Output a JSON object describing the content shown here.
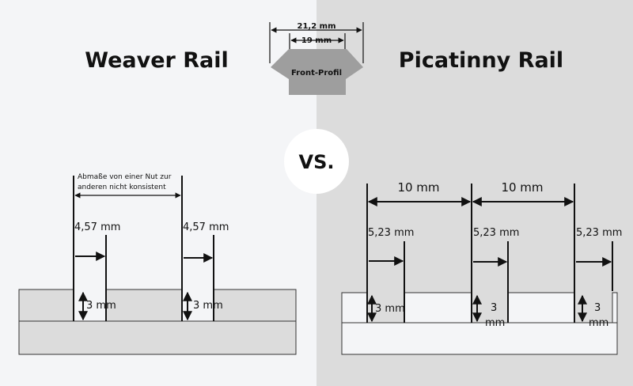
{
  "left": {
    "title": "Weaver Rail",
    "note_line1": "Abmaße von einer Nut zur",
    "note_line2": "anderen nicht konsistent",
    "slot_width_1": "4,57 mm",
    "slot_width_2": "4,57 mm",
    "depth_1": "3 mm",
    "depth_2": "3 mm"
  },
  "center": {
    "profile_outer": "21,2 mm",
    "profile_inner": "19 mm",
    "profile_label": "Front-Profil",
    "vs_label": "VS."
  },
  "right": {
    "title": "Picatinny Rail",
    "spacing_1": "10 mm",
    "spacing_2": "10 mm",
    "slot_width_1": "5,23 mm",
    "slot_width_2": "5,23 mm",
    "slot_width_3": "5,23 mm",
    "depth_1": "3 mm",
    "depth_2_line1": "3",
    "depth_2_line2": "mm",
    "depth_3_line1": "3",
    "depth_3_line2": "mm"
  },
  "colors": {
    "left_bg": "#f4f5f7",
    "right_bg": "#dcdcdc",
    "weaver_rail_fill": "#dcdcdc",
    "picatinny_rail_fill": "#f4f5f7",
    "profile_fill": "#9e9e9e",
    "vs_circle": "#ffffff"
  }
}
